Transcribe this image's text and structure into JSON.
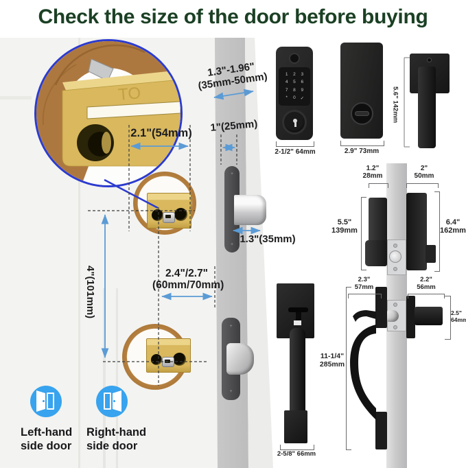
{
  "title": "Check the size of the door before buying",
  "door": {
    "bore_diameter": "2.1\"(54mm)",
    "thickness_line1": "1.3\"-1.96\"",
    "thickness_line2": "(35mm-50mm)",
    "edge_bore": "1\"(25mm)",
    "hole_spacing": "4\"(101mm)",
    "backset_line1": "2.4\"/2.7\"",
    "backset_line2": "(60mm/70mm)",
    "bolt_throw": "1.3\"(35mm)",
    "plate_emboss": "TO"
  },
  "keypad_lock": {
    "width": "2-1/2\"  64mm",
    "keys": [
      [
        "1",
        "2",
        "3"
      ],
      [
        "4",
        "5",
        "6"
      ],
      [
        "7",
        "8",
        "9"
      ],
      [
        "*",
        "0",
        "✓"
      ]
    ]
  },
  "interior_lock": {
    "width": "2.9\"  73mm"
  },
  "lever_top": {
    "height": "5.6\"  142mm"
  },
  "cross_section": {
    "exterior_depth_in": "1.2\"",
    "exterior_depth_mm": "28mm",
    "interior_depth_in": "2\"",
    "interior_depth_mm": "50mm",
    "exterior_height_in": "5.5\"",
    "exterior_height_mm": "139mm",
    "interior_height_in": "6.4\"",
    "interior_height_mm": "162mm",
    "handle_depth_in": "2.3\"",
    "handle_depth_mm": "57mm",
    "lever_depth_in": "2.2\"",
    "lever_depth_mm": "56mm",
    "lever_height_in": "2.5\"",
    "lever_height_mm": "64mm",
    "handleset_height_in": "11-1/4\"",
    "handleset_height_mm": "285mm"
  },
  "handleset": {
    "width": "2-5/8\"  66mm"
  },
  "legend": {
    "left_line1": "Left-hand",
    "left_line2": "side door",
    "right_line1": "Right-hand",
    "right_line2": "side door"
  }
}
